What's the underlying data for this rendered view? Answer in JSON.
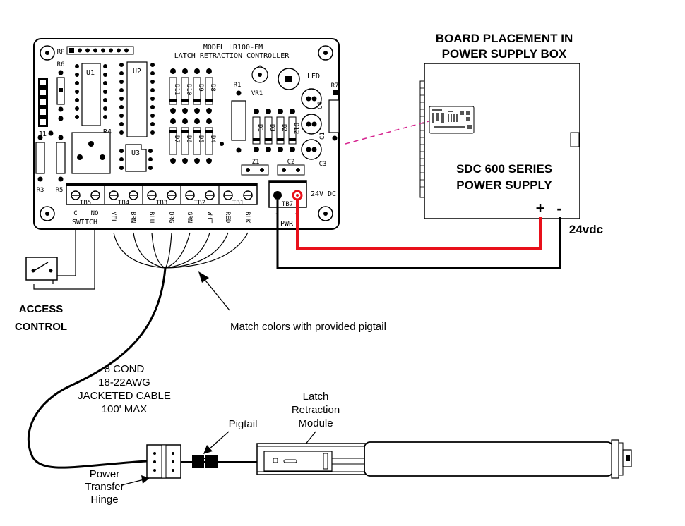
{
  "board": {
    "model": "MODEL LR100-EM",
    "subtitle": "LATCH RETRACTION CONTROLLER",
    "rp": "RP",
    "u1": "U1",
    "u2": "U2",
    "u3": "U3",
    "r1": "R1",
    "r3": "R3",
    "r4": "R4",
    "r5": "R5",
    "r6": "R6",
    "r7": "R7",
    "j1": "J1",
    "vr1": "VR1",
    "led": "LED",
    "c1": "C1",
    "c2": "C2",
    "c3": "C3",
    "c4": "C4",
    "z1": "Z1",
    "d_left_top": [
      "D11",
      "D10",
      "D9",
      "D8"
    ],
    "d_left_bot": [
      "D7",
      "D6",
      "D5",
      "D4"
    ],
    "d_right": [
      "D1",
      "D3",
      "D2",
      "D12"
    ],
    "tb5": "TB5",
    "tb4": "TB4",
    "tb3": "TB3",
    "tb2": "TB2",
    "tb1": "TB1",
    "tb7": "TB7",
    "volt": "24V DC",
    "c_label": "C",
    "no_label": "NO",
    "switch": "SWITCH",
    "wires": [
      "YEL",
      "BRN",
      "BLU",
      "ORG",
      "GRN",
      "WHT",
      "RED",
      "BLK"
    ],
    "minus": "-",
    "plus": "+",
    "pwr": "PWR"
  },
  "placement_title": [
    "BOARD PLACEMENT IN",
    "POWER SUPPLY BOX"
  ],
  "power_supply": [
    "SDC 600 SERIES",
    "POWER SUPPLY"
  ],
  "ps_plus": "+",
  "ps_minus": "-",
  "vdc": "24vdc",
  "access_control": [
    "ACCESS",
    "CONTROL"
  ],
  "match_note": "Match colors with provided pigtail",
  "cable": [
    "8 COND",
    "18-22AWG",
    "JACKETED CABLE",
    "100' MAX"
  ],
  "pigtail": "Pigtail",
  "latch_module": [
    "Latch",
    "Retraction",
    "Module"
  ],
  "hinge": [
    "Power",
    "Transfer",
    "Hinge"
  ],
  "colors": {
    "positive_wire": "#e8101a",
    "negative_wire": "#000000",
    "dashed_link": "#d6248f",
    "line": "#000000",
    "fill": "#ffffff"
  }
}
